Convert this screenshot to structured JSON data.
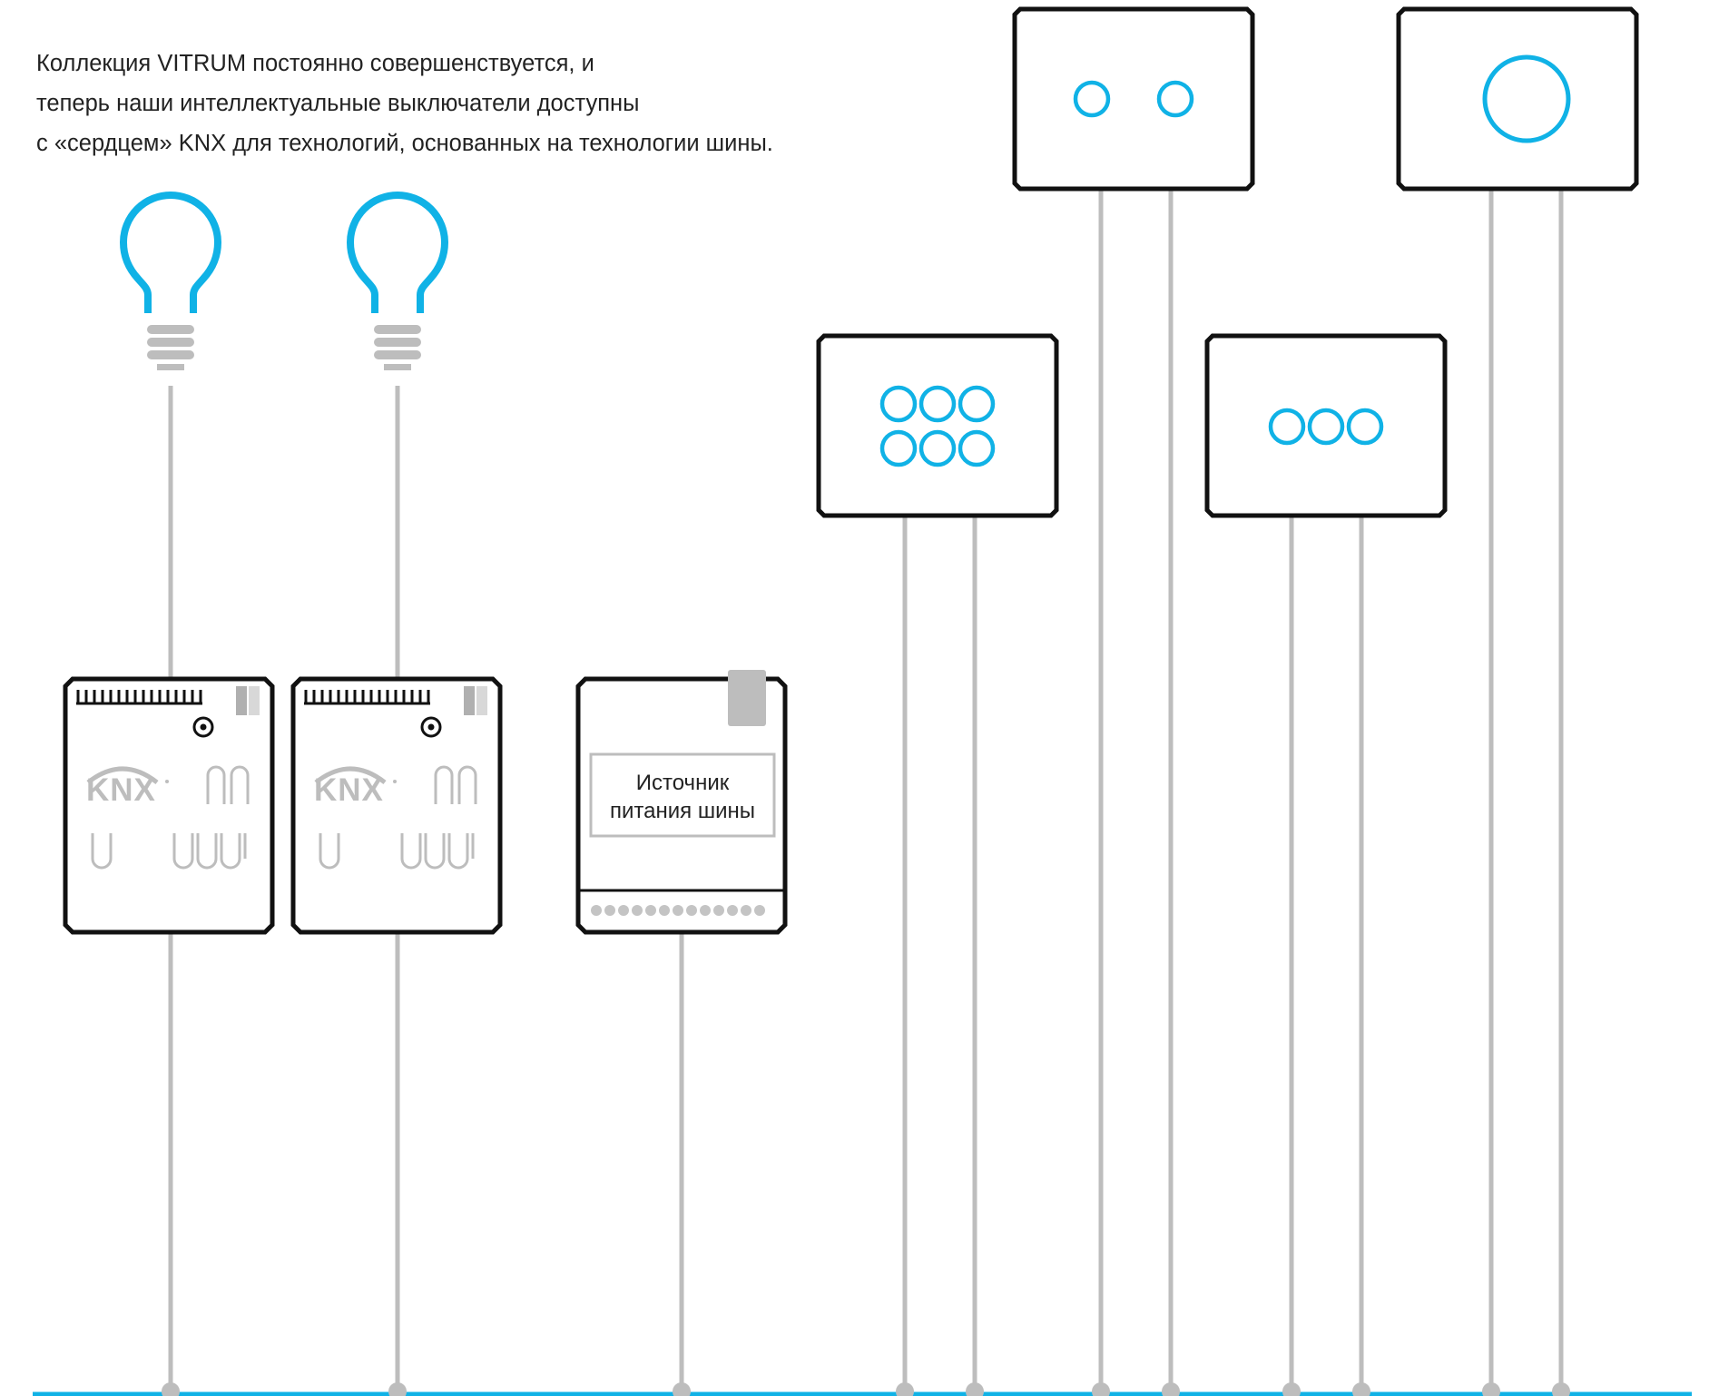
{
  "intro": {
    "lines": [
      "Коллекция VITRUM постоянно совершенствуется, и",
      "теперь наши интеллектуальные выключатели доступны",
      "с «сердцем» KNX для технологий, основанных на технологии шины."
    ]
  },
  "actuators": [
    {
      "logo_text": "KNX"
    },
    {
      "logo_text": "KNX"
    }
  ],
  "power_supply": {
    "label_lines": [
      "Источник",
      "питания шины"
    ]
  },
  "switches": [
    {
      "buttons": 6,
      "icon": "six-button-switch-panel"
    },
    {
      "buttons": 2,
      "icon": "two-button-switch-panel"
    },
    {
      "buttons": 3,
      "icon": "three-button-switch-panel"
    },
    {
      "buttons": 1,
      "icon": "one-button-switch-panel"
    }
  ],
  "colors": {
    "accent": "#10b2e6",
    "wire": "#bdbdbd",
    "outline": "#111111",
    "text": "#222222"
  }
}
